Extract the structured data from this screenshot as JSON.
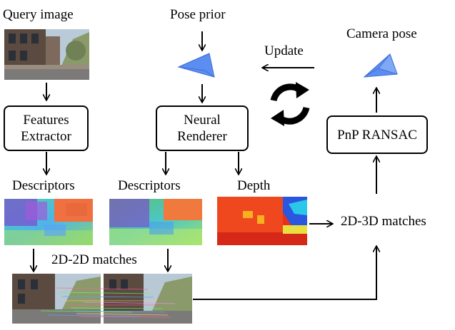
{
  "labels": {
    "query_image": "Query image",
    "pose_prior": "Pose prior",
    "update": "Update",
    "camera_pose": "Camera pose",
    "descriptors_left": "Descriptors",
    "descriptors_mid": "Descriptors",
    "depth": "Depth",
    "matches_2d3d": "2D-3D matches",
    "matches_2d2d": "2D-2D matches"
  },
  "boxes": {
    "features_extractor": {
      "line1": "Features",
      "line2": "Extractor"
    },
    "neural_renderer": {
      "line1": "Neural",
      "line2": "Renderer"
    },
    "pnp_ransac": "PnP RANSAC"
  },
  "icons": {
    "pose_prior": "camera-frustum-icon",
    "camera_pose": "camera-frustum-icon",
    "refresh": "refresh-cycle-icon"
  },
  "colors": {
    "frustum_fill": "#5b8ef0",
    "frustum_stroke": "#3f6fd8"
  }
}
